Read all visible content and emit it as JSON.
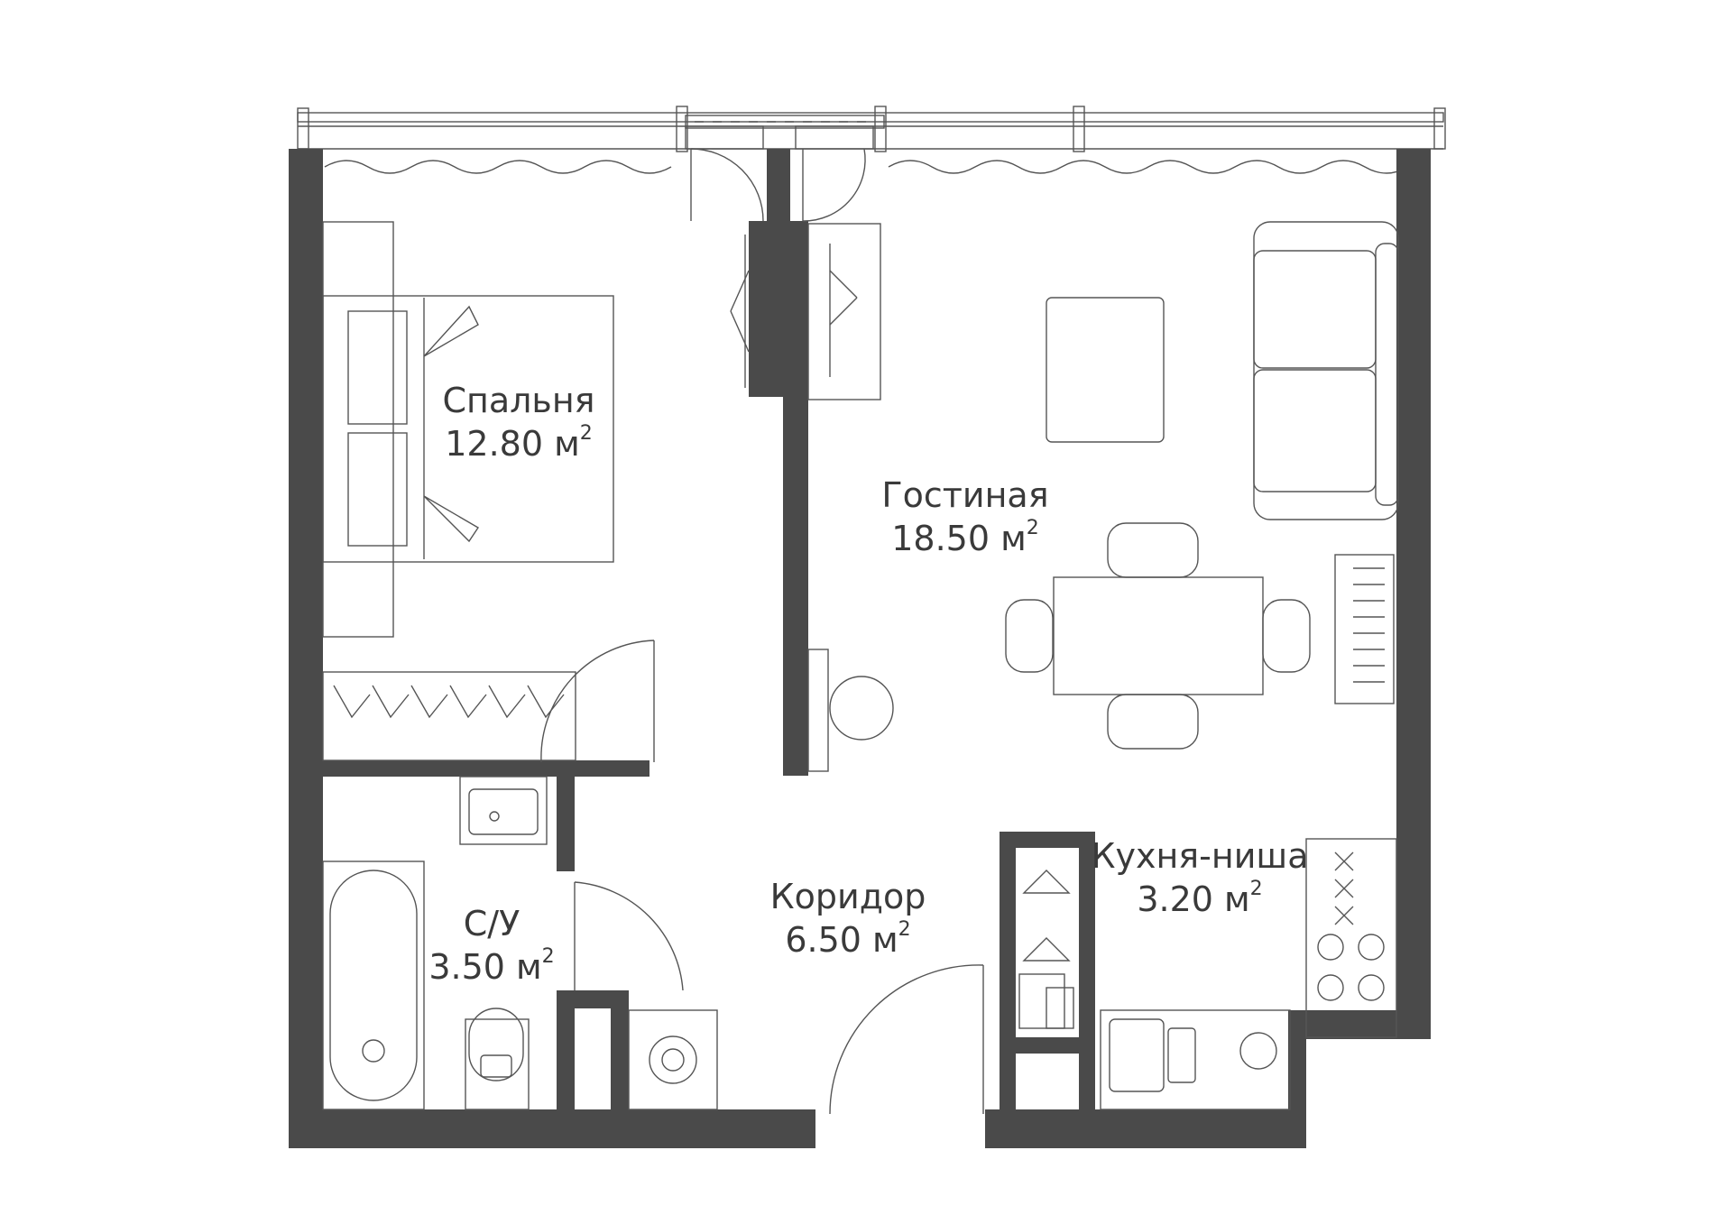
{
  "colors": {
    "wall": "#4a4a4a",
    "line": "#555555",
    "text": "#3a3a3a",
    "background": "#ffffff"
  },
  "rooms": [
    {
      "id": "bedroom",
      "name": "Спальня",
      "area": "12.80 м",
      "unit_sup": "2"
    },
    {
      "id": "living",
      "name": "Гостиная",
      "area": "18.50 м",
      "unit_sup": "2"
    },
    {
      "id": "bathroom",
      "name": "С/У",
      "area": "3.50 м",
      "unit_sup": "2"
    },
    {
      "id": "corridor",
      "name": "Коридор",
      "area": "6.50 м",
      "unit_sup": "2"
    },
    {
      "id": "kitchen",
      "name": "Кухня-ниша",
      "area": "3.20 м",
      "unit_sup": "2"
    }
  ]
}
